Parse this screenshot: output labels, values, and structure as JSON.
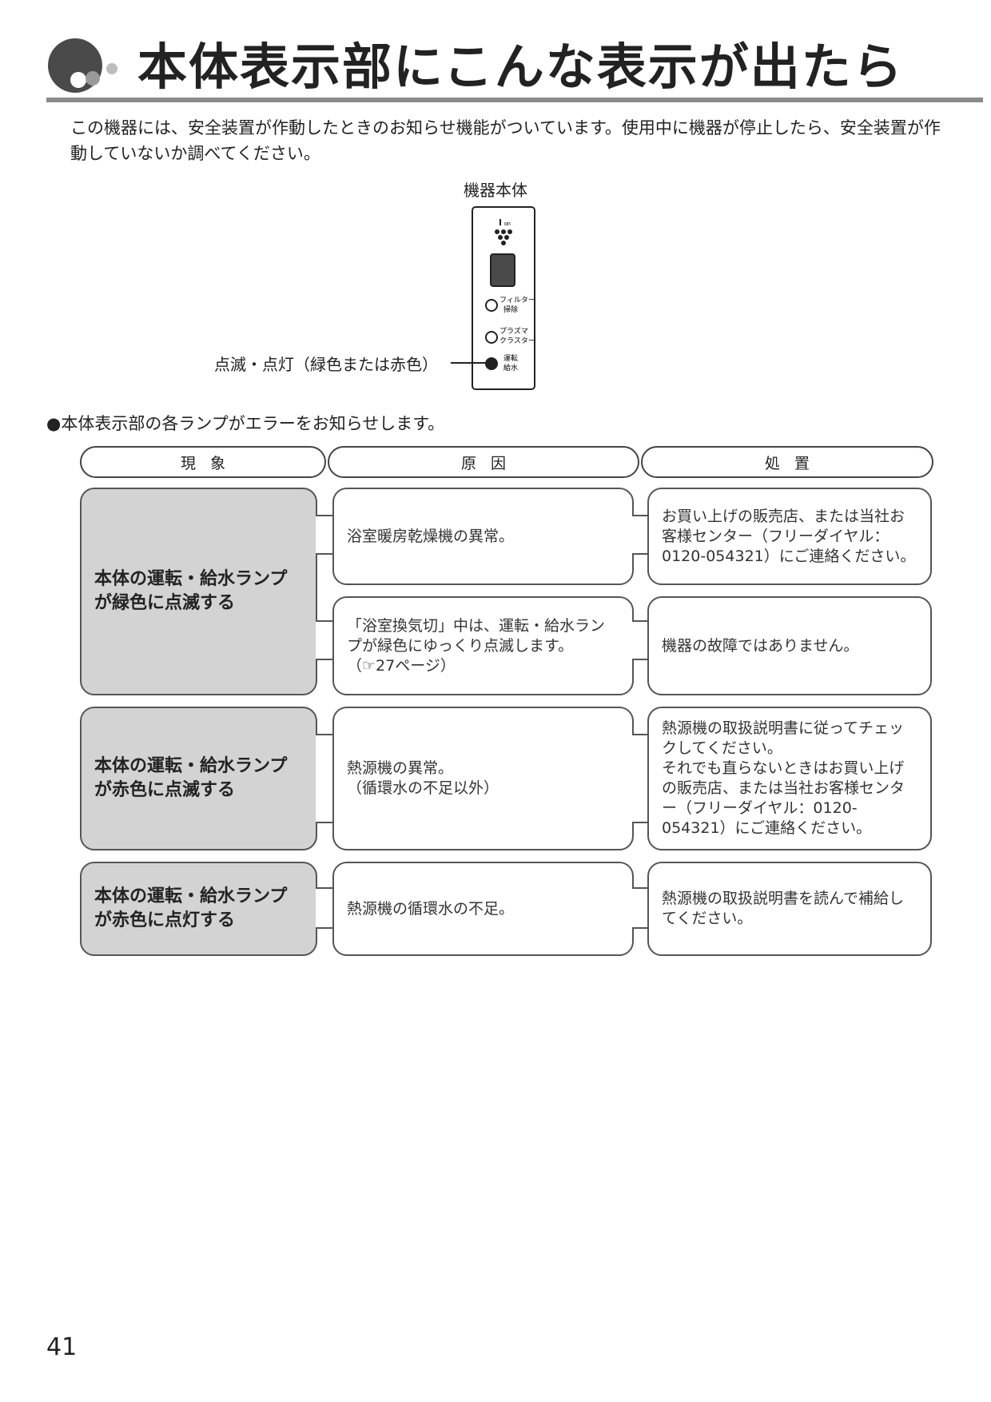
{
  "page": {
    "title": "本体表示部にこんな表示が出たら",
    "intro": "この機器には、安全装置が作動したときのお知らせ機能がついています。使用中に機器が停止したら、安全装置が作動していないか調べてください。",
    "page_number": "41"
  },
  "diagram": {
    "caption": "機器本体",
    "lamp_callout": "点滅・点灯（緑色または赤色）",
    "panel_labels": {
      "power": "on",
      "filter_line1": "フィルター",
      "filter_line2": "掃除",
      "plasma_line1": "プラズマ",
      "plasma_line2": "クラスター",
      "operation_line1": "運転",
      "operation_line2": "給水"
    }
  },
  "subheading": "●本体表示部の各ランプがエラーをお知らせします。",
  "table": {
    "headers": [
      "現象",
      "原因",
      "処置"
    ],
    "rows": [
      {
        "phenomenon": "本体の運転・給水ランプが緑色に点滅する",
        "items": [
          {
            "cause": "浴室暖房乾燥機の異常。",
            "remedy": "お買い上げの販売店、または当社お客様センター（フリーダイヤル：0120-054321）にご連絡ください。"
          },
          {
            "cause": "「浴室換気切」中は、運転・給水ランプが緑色にゆっくり点滅します。",
            "cause_ref": "（☞27ページ）",
            "remedy": "機器の故障ではありません。"
          }
        ]
      },
      {
        "phenomenon": "本体の運転・給水ランプが赤色に点滅する",
        "items": [
          {
            "cause": "熱源機の異常。",
            "cause_note": "（循環水の不足以外）",
            "remedy": "熱源機の取扱説明書に従ってチェックしてください。",
            "remedy_more": "それでも直らないときはお買い上げの販売店、または当社お客様センター（フリーダイヤル：0120-054321）にご連絡ください。"
          }
        ]
      },
      {
        "phenomenon": "本体の運転・給水ランプが赤色に点灯する",
        "items": [
          {
            "cause": "熱源機の循環水の不足。",
            "remedy": "熱源機の取扱説明書を読んで補給してください。"
          }
        ]
      }
    ]
  },
  "colors": {
    "phenomenon_fill": "#d3d3d3",
    "rule": "#8a8a8a",
    "border": "#555555"
  }
}
